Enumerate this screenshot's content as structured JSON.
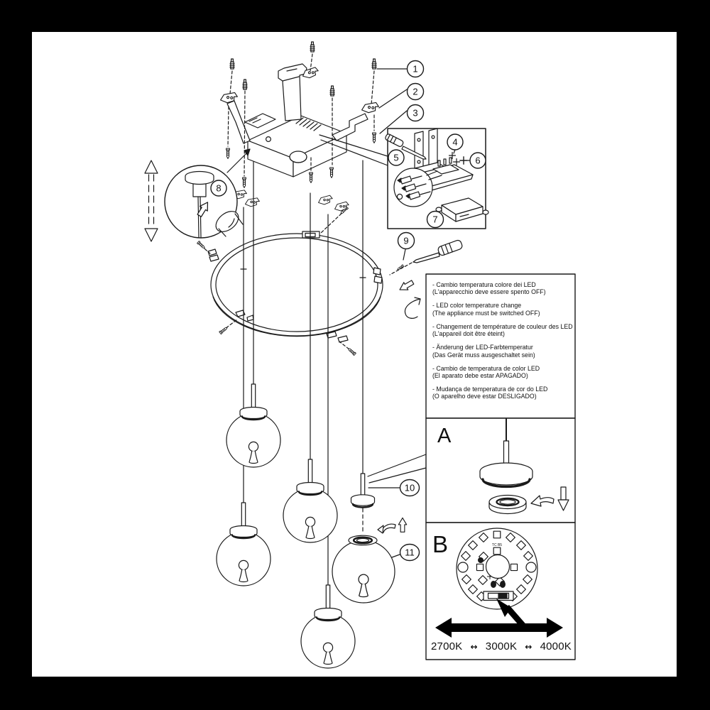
{
  "callouts": [
    "1",
    "2",
    "3",
    "4",
    "5",
    "6",
    "7",
    "8",
    "9",
    "10",
    "11"
  ],
  "instructions": [
    {
      "l1": "- Cambio temperatura colore dei LED",
      "l2": "(L'apparecchio deve essere spento OFF)"
    },
    {
      "l1": "- LED color temperature change",
      "l2": "(The appliance must be switched OFF)"
    },
    {
      "l1": "- Changement de température de couleur des LED",
      "l2": "(L'appareil doit être éteint)"
    },
    {
      "l1": "- Änderung der LED-Farbtemperatur",
      "l2": "(Das Gerät muss ausgeschaltet sein)"
    },
    {
      "l1": "- Cambio de temperatura de color LED",
      "l2": "(El aparato debe estar APAGADO)"
    },
    {
      "l1": "- Mudança de temperatura de cor do LED",
      "l2": "(O aparelho deve estar DESLIGADO)"
    }
  ],
  "panels": {
    "a_label": "A",
    "b_label": "B"
  },
  "led_board": {
    "board_label": "TC B5",
    "temps": [
      "2700K",
      "3000K",
      "4000K"
    ],
    "arrow_glyph": "↔"
  },
  "colors": {
    "paper": "#ffffff",
    "frame": "#000000",
    "ink": "#1a1a1a"
  }
}
